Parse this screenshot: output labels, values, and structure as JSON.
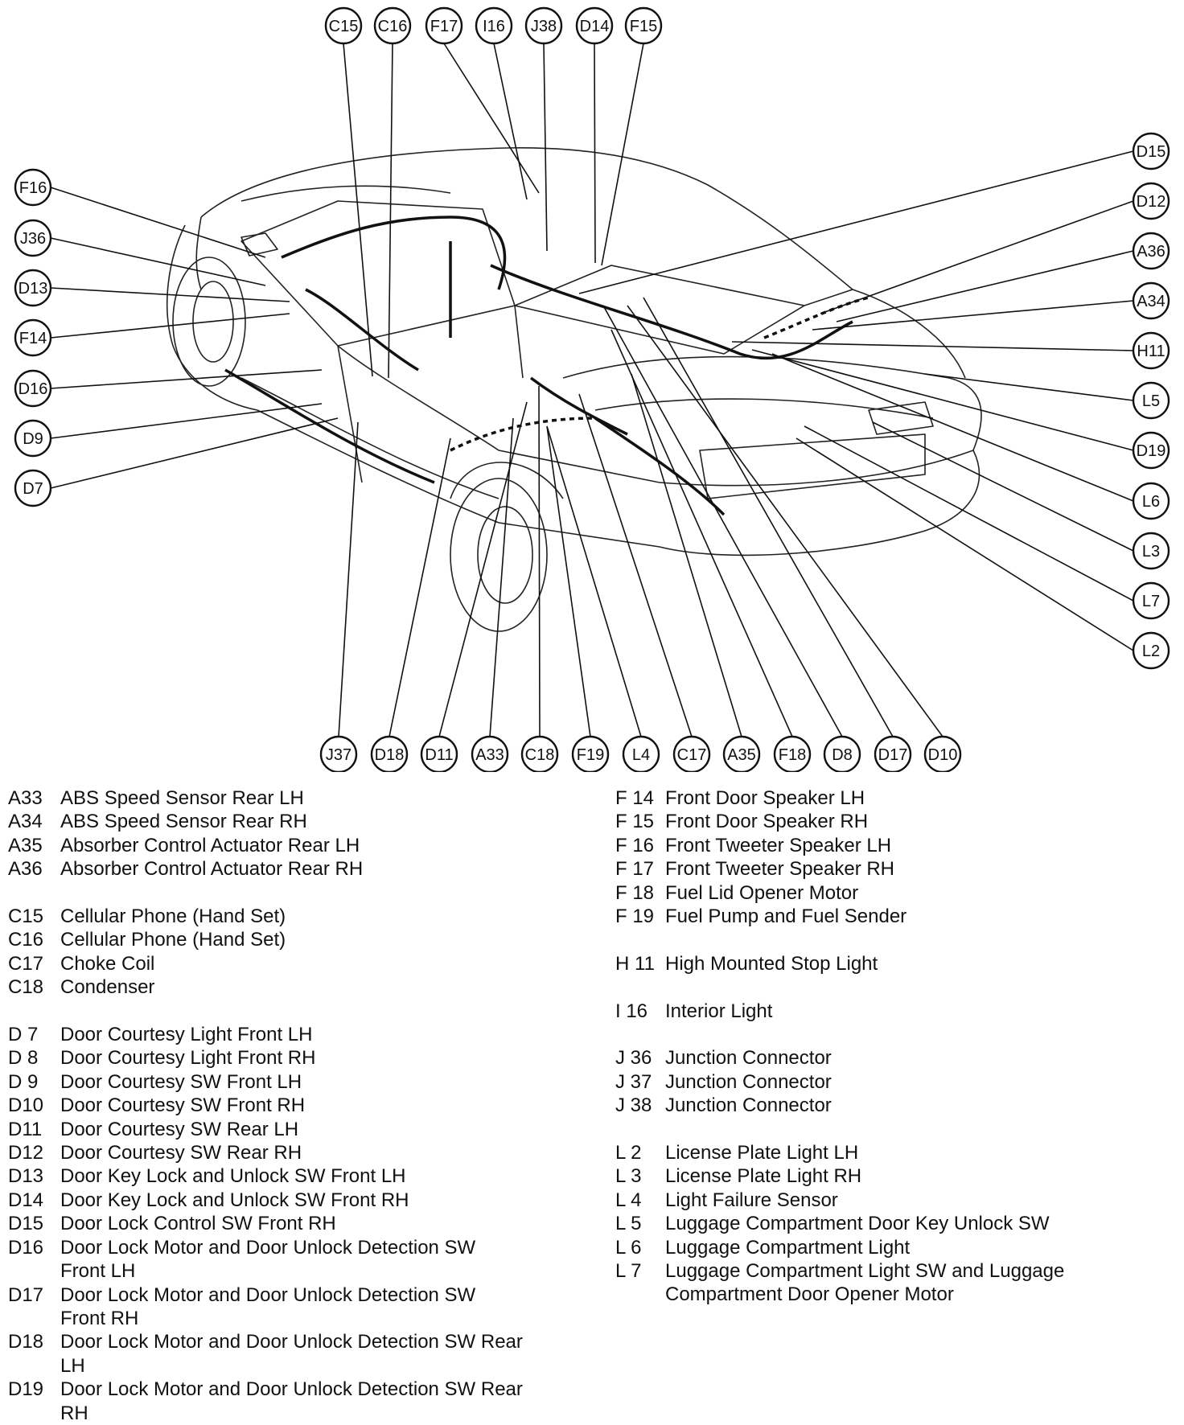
{
  "callouts": {
    "top": [
      "C15",
      "C16",
      "F17",
      "I16",
      "J38",
      "D14",
      "F15"
    ],
    "left": [
      "F16",
      "J36",
      "D13",
      "F14",
      "D16",
      "D9",
      "D7"
    ],
    "right": [
      "D15",
      "D12",
      "A36",
      "A34",
      "H11",
      "L5",
      "D19",
      "L6",
      "L3",
      "L7",
      "L2"
    ],
    "bottom": [
      "J37",
      "D18",
      "D11",
      "A33",
      "C18",
      "F19",
      "L4",
      "C17",
      "A35",
      "F18",
      "D8",
      "D17",
      "D10"
    ]
  },
  "legend_left": [
    {
      "code": "A33",
      "desc": "ABS Speed Sensor Rear LH"
    },
    {
      "code": "A34",
      "desc": "ABS Speed Sensor Rear RH"
    },
    {
      "code": "A35",
      "desc": "Absorber Control Actuator Rear LH"
    },
    {
      "code": "A36",
      "desc": "Absorber Control Actuator Rear RH"
    },
    {
      "gap": true
    },
    {
      "code": "C15",
      "desc": "Cellular Phone (Hand Set)"
    },
    {
      "code": "C16",
      "desc": "Cellular Phone (Hand Set)"
    },
    {
      "code": "C17",
      "desc": "Choke Coil"
    },
    {
      "code": "C18",
      "desc": "Condenser"
    },
    {
      "gap": true
    },
    {
      "code": "D 7",
      "desc": "Door Courtesy Light Front LH"
    },
    {
      "code": "D 8",
      "desc": "Door Courtesy Light Front RH"
    },
    {
      "code": "D 9",
      "desc": "Door Courtesy SW Front LH"
    },
    {
      "code": "D10",
      "desc": "Door Courtesy SW Front RH"
    },
    {
      "code": "D11",
      "desc": "Door Courtesy SW Rear LH"
    },
    {
      "code": "D12",
      "desc": "Door Courtesy SW Rear RH"
    },
    {
      "code": "D13",
      "desc": "Door Key Lock and Unlock SW Front LH"
    },
    {
      "code": "D14",
      "desc": "Door Key Lock and Unlock SW Front RH"
    },
    {
      "code": "D15",
      "desc": "Door Lock Control SW Front RH"
    },
    {
      "code": "D16",
      "desc": "Door Lock Motor and Door Unlock Detection SW Front LH"
    },
    {
      "code": "D17",
      "desc": "Door Lock Motor and Door Unlock Detection SW Front RH"
    },
    {
      "code": "D18",
      "desc": "Door Lock Motor and Door Unlock Detection SW Rear LH"
    },
    {
      "code": "D19",
      "desc": "Door Lock Motor and Door Unlock Detection SW Rear RH"
    }
  ],
  "legend_right": [
    {
      "code": "F 14",
      "desc": "Front Door Speaker LH"
    },
    {
      "code": "F 15",
      "desc": "Front Door Speaker RH"
    },
    {
      "code": "F 16",
      "desc": "Front Tweeter Speaker LH"
    },
    {
      "code": "F 17",
      "desc": "Front Tweeter Speaker RH"
    },
    {
      "code": "F 18",
      "desc": "Fuel Lid Opener Motor"
    },
    {
      "code": "F 19",
      "desc": "Fuel Pump and Fuel Sender"
    },
    {
      "gap": true
    },
    {
      "code": "H 11",
      "desc": "High Mounted Stop Light"
    },
    {
      "gap": true
    },
    {
      "code": "I 16",
      "desc": "Interior Light"
    },
    {
      "gap": true
    },
    {
      "code": "J 36",
      "desc": "Junction  Connector"
    },
    {
      "code": "J 37",
      "desc": "Junction  Connector"
    },
    {
      "code": "J 38",
      "desc": "Junction  Connector"
    },
    {
      "gap": true
    },
    {
      "code": "L  2",
      "desc": "License Plate Light LH"
    },
    {
      "code": "L  3",
      "desc": "License Plate Light RH"
    },
    {
      "code": "L  4",
      "desc": "Light Failure Sensor"
    },
    {
      "code": "L  5",
      "desc": "Luggage Compartment Door Key Unlock SW"
    },
    {
      "code": "L  6",
      "desc": "Luggage Compartment Light"
    },
    {
      "code": "L  7",
      "desc": "Luggage Compartment Light SW and Luggage Compartment Door Opener Motor"
    }
  ]
}
